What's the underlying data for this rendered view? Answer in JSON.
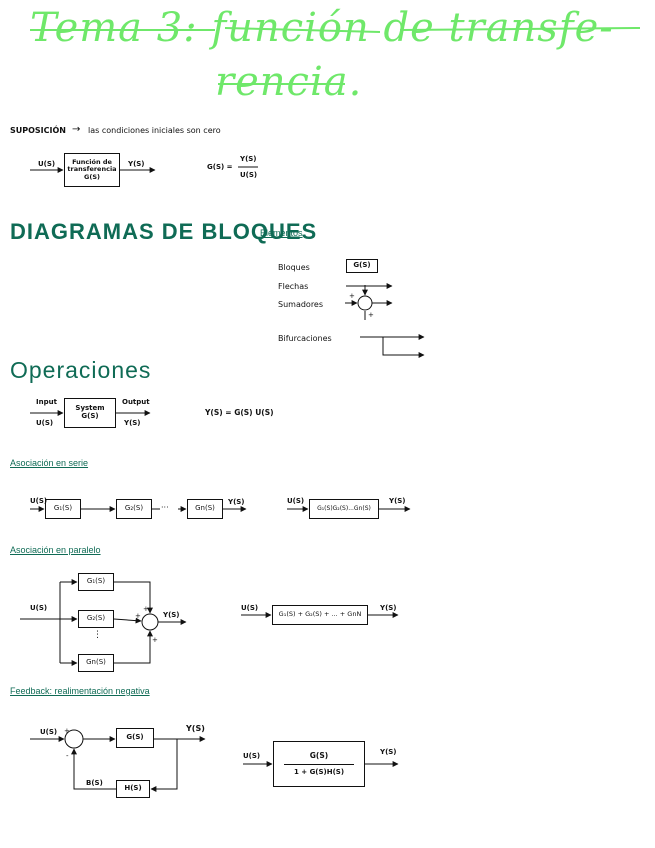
{
  "title": {
    "line1": "Tema 3: función de transfe-",
    "line2": "rencia."
  },
  "assumption": {
    "label": "SUPOSICIÓN",
    "arrow": "→",
    "text": "las condiciones iniciales son cero"
  },
  "tf_block": {
    "input": "U(S)",
    "box": "Función de transferencia G(S)",
    "output": "Y(S)",
    "formula_lhs": "G(S) =",
    "num": "Y(S)",
    "den": "U(S)"
  },
  "diagramas": {
    "heading": "DIAGRAMAS DE BLOQUES",
    "subheading": "Elementos",
    "bloques": "Bloques",
    "bloques_box": "G(S)",
    "flechas": "Flechas",
    "sumadores": "Sumadores",
    "bifurcaciones": "Bifurcaciones"
  },
  "operaciones": {
    "heading": "Operaciones",
    "input": "Input",
    "input_sig": "U(S)",
    "box_line1": "System",
    "box_line2": "G(S)",
    "output": "Output",
    "output_sig": "Y(S)",
    "formula": "Y(S) = G(S) U(S)"
  },
  "serie": {
    "heading": "Asociación en serie",
    "in": "U(S)",
    "g1": "G₁(S)",
    "g2": "G₂(S)",
    "dots": "···",
    "gn": "Gn(S)",
    "out": "Y(S)",
    "eq_in": "U(S)",
    "eq_box": "G₁(S)G₂(S)...Gn(S)",
    "eq_out": "Y(S)"
  },
  "paralelo": {
    "heading": "Asociación en paralelo",
    "in": "U(S)",
    "g1": "G₁(S)",
    "g2": "G₂(S)",
    "vdots": "⋮",
    "gn": "Gn(S)",
    "out": "Y(S)",
    "eq_in": "U(S)",
    "eq_box": "G₁(S) + G₂(S) + ... + GnN",
    "eq_out": "Y(S)"
  },
  "feedback": {
    "heading": "Feedback: realimentación negativa",
    "in": "U(S)",
    "g": "G(S)",
    "h": "H(S)",
    "b": "B(S)",
    "out": "Y(S)",
    "eq_in": "U(S)",
    "eq_num": "G(S)",
    "eq_den": "1 + G(S)H(S)",
    "eq_out": "Y(S)"
  }
}
